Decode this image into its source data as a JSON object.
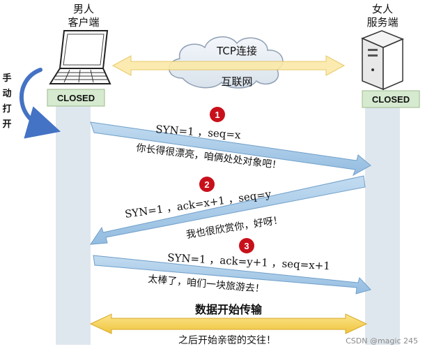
{
  "client": {
    "line1": "男人",
    "line2": "客户端",
    "state": "CLOSED"
  },
  "server": {
    "line1": "女人",
    "line2": "服务端",
    "state": "CLOSED"
  },
  "network": {
    "top_label": "TCP连接",
    "bottom_label": "互联网"
  },
  "manual_open": {
    "chars": [
      "手",
      "动",
      "打",
      "开"
    ]
  },
  "steps": [
    {
      "number": "1",
      "packet": "SYN=1 ，seq=x",
      "dialogue": "你长得很漂亮，咱俩处处对象吧！"
    },
    {
      "number": "2",
      "packet": "SYN=1 ，ack=x+1 ，seq=y",
      "dialogue": "我也很欣赏你，好呀！"
    },
    {
      "number": "3",
      "packet": "SYN=1 ，ack=y+1 ，seq=x+1",
      "dialogue": "太棒了，咱们一块旅游去！"
    }
  ],
  "transfer": {
    "title": "数据开始传输",
    "subtitle": "之后开始亲密的交往！"
  },
  "watermark": "CSDN @magic 245",
  "colors": {
    "state_box": "#d6ead0",
    "state_border": "#9cba8e",
    "lifeline": "#dfe7ee",
    "blue_arrow": "#a8c9e6",
    "blue_arrow_border": "#6f9fc9",
    "step_circle": "#c8101b",
    "gold_arrow": "#f6d25a",
    "curve_arrow": "#4472c4"
  }
}
